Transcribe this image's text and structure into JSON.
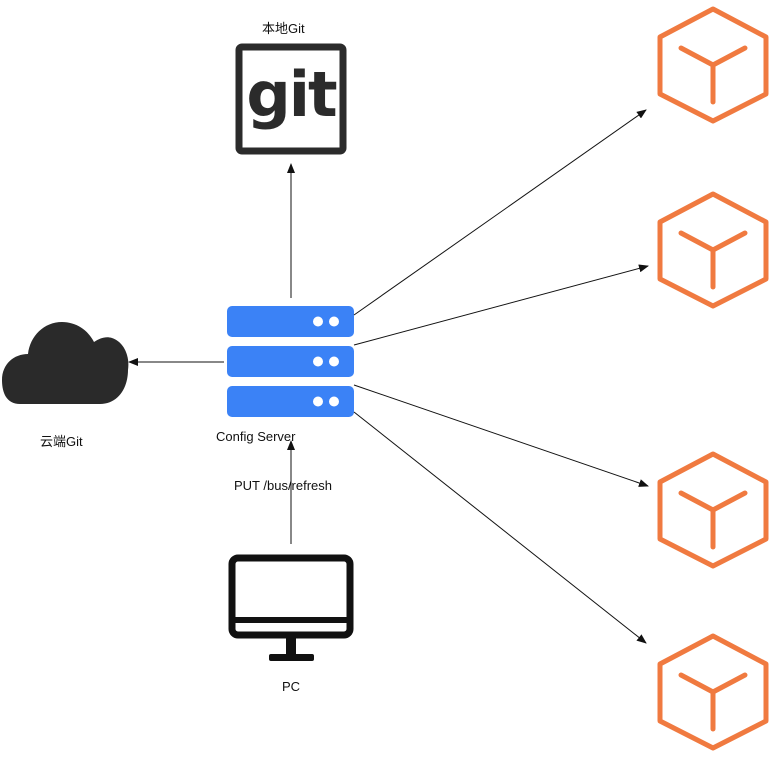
{
  "labels": {
    "local_git": "本地Git",
    "cloud_git": "云端Git",
    "config_server": "Config Server",
    "refresh_endpoint": "PUT /bus/refresh",
    "pc": "PC"
  },
  "git_logo_text": "git",
  "icons": {
    "local_repo": "git-logo-icon",
    "cloud_repo": "cloud-icon",
    "server": "server-stack-icon",
    "client": "monitor-icon",
    "service_instance": "cube-icon"
  },
  "colors": {
    "server": "#3b82f6",
    "service_instance": "#f07a40",
    "cloud": "#2a2a2a",
    "monitor": "#111111",
    "git_logo": "#2b2b2b",
    "arrow": "#111111"
  },
  "service_instance_count": 4
}
